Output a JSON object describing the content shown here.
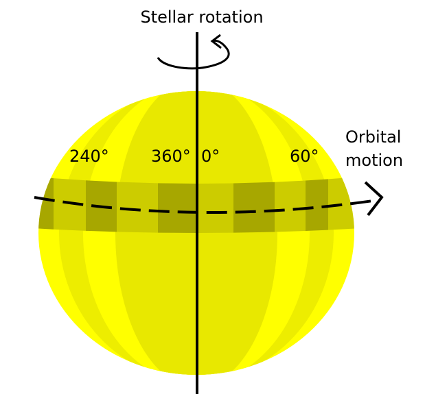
{
  "labels": {
    "rotation": "Stellar rotation",
    "orbital_line1": "Orbital",
    "orbital_line2": "motion",
    "lon_240": "240°",
    "lon_360": "360°",
    "lon_0": "0°",
    "lon_60": "60°"
  },
  "colors": {
    "star_yellow": "#ffff00",
    "star_shade": "#e8e800",
    "band_light": "#cccc00",
    "band_dark": "#a7a700",
    "ink": "#000000"
  }
}
